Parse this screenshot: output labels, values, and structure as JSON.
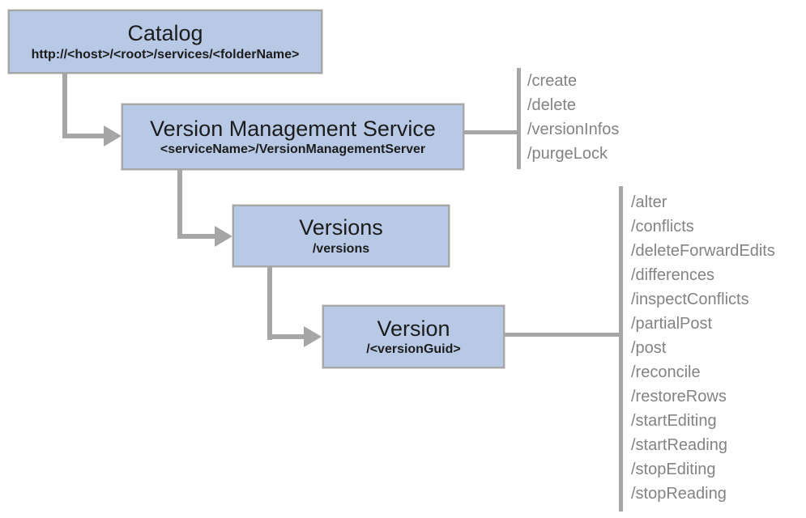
{
  "colors": {
    "node_fill": "#b8c9e6",
    "node_border": "#a6a6a6",
    "connector": "#a6a6a6",
    "node_text": "#1c1c1c",
    "operation_text": "#838383"
  },
  "nodes": {
    "catalog": {
      "title": "Catalog",
      "subtitle": "http://<host>/<root>/services/<folderName>"
    },
    "vms": {
      "title": "Version Management Service",
      "subtitle": "<serviceName>/VersionManagementServer"
    },
    "versions": {
      "title": "Versions",
      "subtitle": "/versions"
    },
    "version": {
      "title": "Version",
      "subtitle": "/<versionGuid>"
    }
  },
  "vms_operations": [
    "/create",
    "/delete",
    "/versionInfos",
    "/purgeLock"
  ],
  "version_operations": [
    "/alter",
    "/conflicts",
    "/deleteForwardEdits",
    "/differences",
    "/inspectConflicts",
    "/partialPost",
    "/post",
    "/reconcile",
    "/restoreRows",
    "/startEditing",
    "/startReading",
    "/stopEditing",
    "/stopReading"
  ]
}
